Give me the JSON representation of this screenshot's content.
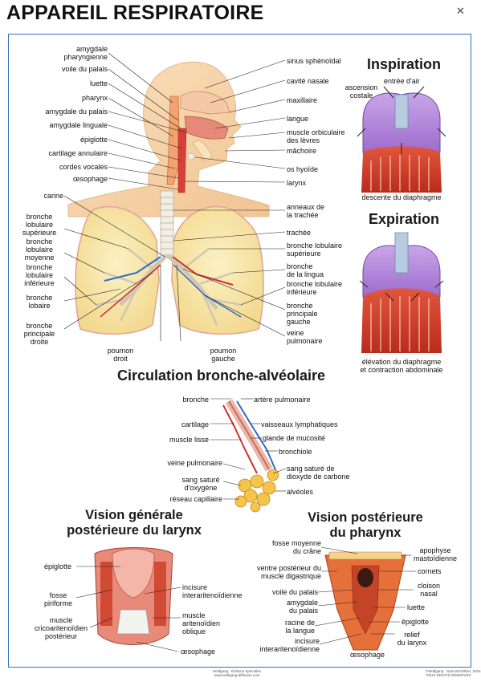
{
  "title": "APPAREIL RESPIRATOIRE",
  "close_symbol": "✕",
  "main": {
    "left_labels": {
      "amygdale_pharyngienne": "amygdale\npharyngienne",
      "voile_du_palais": "voile du palais",
      "luette": "luette",
      "pharynx": "pharynx",
      "amygdale_du_palais": "amygdale du palais",
      "amygdale_linguale": "amygdale linguale",
      "epiglotte": "épiglotte",
      "cartilage_annulaire": "cartilage annulaire",
      "cordes_vocales": "cordes vocales",
      "oesophage": "œsophage",
      "carine": "carine",
      "bronche_lobulaire_superieure": "bronche\nlobulaire\nsupérieure",
      "bronche_lobulaire_moyenne": "bronche\nlobulaire\nmoyenne",
      "bronche_lobulaire_inferieure": "bronche\nlobulaire\ninférieure",
      "bronche_lobaire": "bronche\nlobaire",
      "bronche_principale_droite": "bronche\nprincipale\ndroite"
    },
    "right_labels": {
      "sinus_sphenoidal": "sinus sphénoïdal",
      "cavite_nasale": "cavité nasale",
      "maxillaire": "maxillaire",
      "langue": "langue",
      "muscle_orbiculaire": "muscle orbiculaire\ndes lèvres",
      "machoire": "mâchoire",
      "os_hyoide": "os hyoïde",
      "larynx": "larynx",
      "anneaux_trachee": "anneaux de\nla trachée",
      "trachee": "trachée",
      "bronche_lobulaire_superieure": "bronche lobulaire\nsupérieure",
      "bronche_lingua": "bronche\nde la lingua",
      "bronche_lobulaire_inferieure": "bronche lobulaire\ninférieure",
      "bronche_principale_gauche": "bronche\nprincipale\ngauche",
      "veine_pulmonaire": "veine\npulmonaire"
    },
    "bottom_labels": {
      "poumon_droit": "poumon\ndroit",
      "poumon_gauche": "poumon\ngauche"
    }
  },
  "inspiration": {
    "title": "Inspiration",
    "entree_air": "entrée d'air",
    "ascension_costale": "ascension\ncostale",
    "descente": "descente du diaphragme"
  },
  "expiration": {
    "title": "Expiration",
    "elevation": "élévation du diaphragme\net contraction abdominale"
  },
  "circulation": {
    "title": "Circulation bronche-alvéolaire",
    "labels": {
      "bronche": "bronche",
      "artere_pulmonaire": "artère pulmonaire",
      "cartilage": "cartilage",
      "vaisseaux_lymphatiques": "vaisseaux lymphatiques",
      "muscle_lisse": "muscle lisse",
      "glande_mucosite": "glande de mucosité",
      "bronchiole": "bronchiole",
      "veine_pulmonaire": "veine pulmonaire",
      "sang_sature_co2": "sang saturé de\ndioxyde de carbone",
      "sang_sature_o2": "sang saturé\nd'oxygène",
      "alveoles": "alvéoles",
      "reseau_capillaire": "réseau capillaire"
    }
  },
  "larynx": {
    "title": "Vision générale\npostérieure du larynx",
    "labels": {
      "epiglotte": "épiglotte",
      "fosse_piriforme": "fosse\npiriforme",
      "muscle_crico": "muscle\ncricoaritenoïdien\npostérieur",
      "incisure": "incisure\ninteraritenoïdienne",
      "muscle_aritenoidien": "muscle\naritenoïdien\noblique",
      "oesophage": "œsophage"
    }
  },
  "pharynx": {
    "title": "Vision postérieure\ndu pharynx",
    "labels": {
      "fosse_moyenne": "fosse moyenne\ndu crâne",
      "ventre_posterieur": "ventre postérieur du\nmuscle digastrique",
      "voile_du_palais": "voile du palais",
      "amygdale_du_palais": "amygdale\ndu palais",
      "racine_langue": "racine de\nla langue",
      "incisure": "incisure\ninteraritenoïdienne",
      "apophyse": "apophyse\nmastoïdienne",
      "cornets": "cornets",
      "cloison_nasal": "cloison\nnasal",
      "luette": "luette",
      "epiglotte": "épiglotte",
      "relief_larynx": "relief\ndu larynx",
      "oesophage": "œsophage"
    }
  },
  "footer": {
    "left": "Wolfgang · Éditions Spéciales\nwww.wolfgang-diffusion.com",
    "right": "©Wolfgang · Special Edition, 2015\nTOUS DROITS RÉSERVÉS"
  },
  "colors": {
    "frame": "#2c6fc0",
    "lung": "#f7e8a8",
    "lung_border": "#e8b0a0",
    "skin": "#f7d2a6",
    "muscle": "#d8402c",
    "diaphragm_purple": "#b58ad8",
    "artery": "#d0302c",
    "vein": "#2f6bc7"
  }
}
